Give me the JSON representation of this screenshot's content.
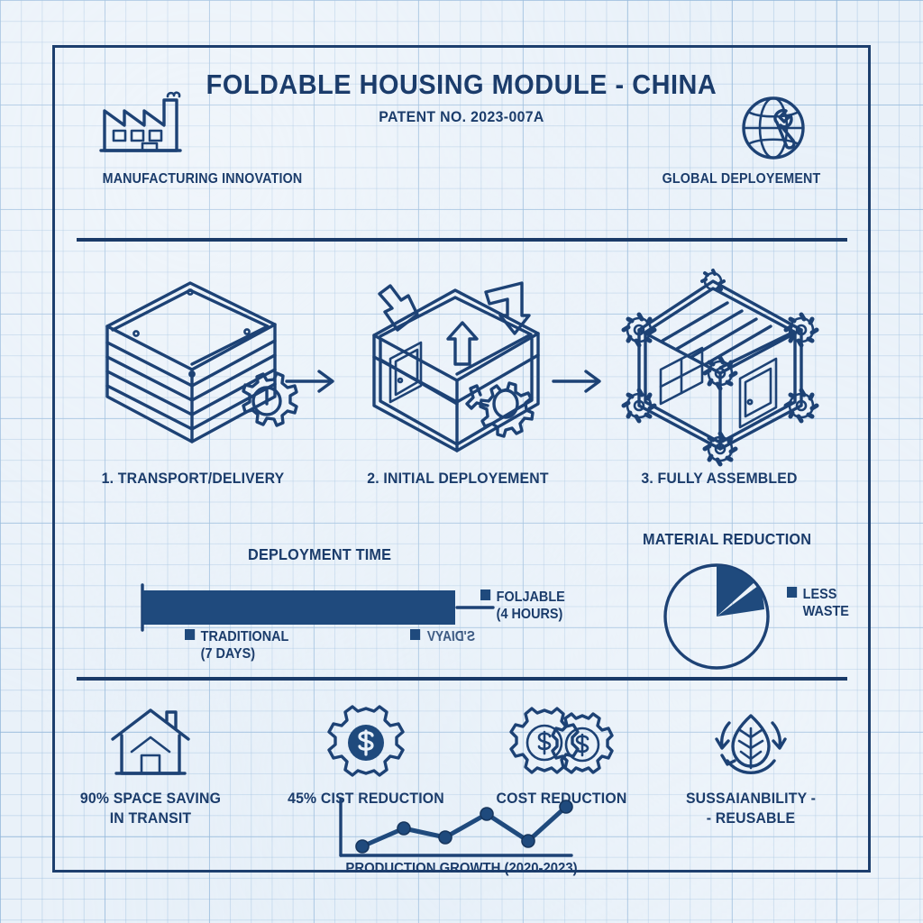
{
  "header": {
    "title": "FOLDABLE HOUSING MODULE - CHINA",
    "subtitle": "PATENT NO. 2023-007A",
    "left_icon": "factory-icon",
    "left_caption": "MANUFACTURING INNOVATION",
    "right_icon": "globe-wrench-icon",
    "right_caption": "GLOBAL DEPLOYEMENT"
  },
  "stages": [
    {
      "label": "1. TRANSPORT/DELIVERY",
      "icon": "folded-container-icon"
    },
    {
      "label": "2. INITIAL DEPLOYEMENT",
      "icon": "open-frame-cube-icon"
    },
    {
      "label": "3. FULLY ASSEMBLED",
      "icon": "assembled-house-icon"
    }
  ],
  "arrow_icon": "arrow-right-icon",
  "stats": [
    {
      "icon": "house-icon",
      "line1": "90% SPACE SAVING",
      "line2": "IN TRANSIT"
    },
    {
      "icon": "gear-dollar-icon",
      "line1": "45% CIST REDUCTION",
      "line2": ""
    },
    {
      "icon": "double-gear-dollar-icon",
      "line1": "COST REDUCTION",
      "line2": ""
    },
    {
      "icon": "leaf-recycle-icon",
      "line1": "SUSSAIANBILITY -",
      "line2": "- REUSABLE"
    }
  ],
  "colors": {
    "ink": "#1b3c6b",
    "fill": "#1f4a7d",
    "paper": "#e9f1f9",
    "grid": "#82acd4"
  },
  "chart_data": [
    {
      "type": "bar",
      "title": "DEPLOYMENT TIME",
      "orientation": "horizontal",
      "categories": [
        "TRADITIONAL",
        "FOLDABLE"
      ],
      "values": [
        7,
        4
      ],
      "units": [
        "DAYS",
        "HOURS"
      ],
      "legend": [
        {
          "label": "TRADITIONAL",
          "sub": "(7 DAYS)"
        },
        {
          "label": "S'DIAYV",
          "sub": ""
        },
        {
          "label": "FOLJABLE",
          "sub": "(4 HOURS)"
        }
      ],
      "legend_position": "below-and-right",
      "grid": false,
      "xlabel": "",
      "ylabel": ""
    },
    {
      "type": "pie",
      "title": "MATERIAL REDUCTION",
      "slices": [
        {
          "label": "LESS WASTE",
          "value": 13,
          "filled": true
        },
        {
          "label": "",
          "value": 12,
          "filled": true
        },
        {
          "label": "",
          "value": 75,
          "filled": false
        }
      ],
      "legend": [
        {
          "label": "LESS",
          "sub": "WASTE"
        }
      ],
      "legend_position": "right"
    },
    {
      "type": "line",
      "title": "PRODUCTION GROWTH (2020-2023)",
      "x": [
        0,
        1,
        2,
        3,
        4,
        5
      ],
      "values": [
        12,
        48,
        30,
        70,
        22,
        82
      ],
      "ylim": [
        0,
        100
      ],
      "grid": false,
      "xlabel": "",
      "ylabel": ""
    }
  ]
}
